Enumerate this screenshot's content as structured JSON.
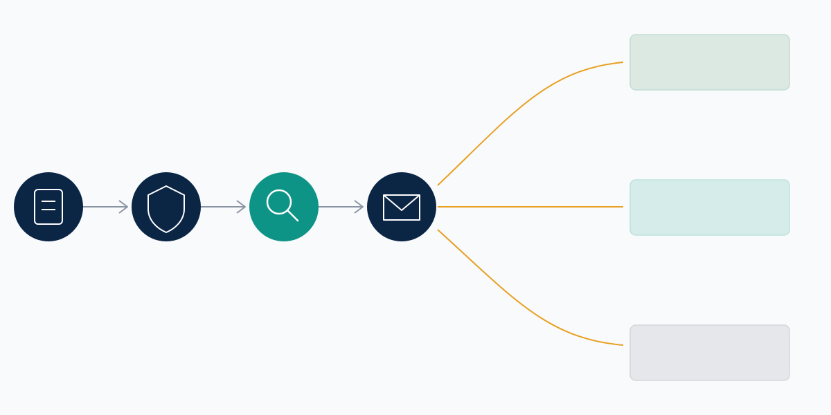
{
  "diagram": {
    "colors": {
      "background": "#f8fafc",
      "node_dark": "#0b2545",
      "node_active": "#0e9486",
      "icon_stroke": "#ffffff",
      "arrow": "#8a94a3",
      "branch_line": "#e8a020"
    },
    "pipeline_nodes": [
      {
        "id": "document",
        "icon": "document-icon",
        "state": "dark"
      },
      {
        "id": "shield",
        "icon": "shield-icon",
        "state": "dark"
      },
      {
        "id": "search",
        "icon": "search-icon",
        "state": "active"
      },
      {
        "id": "mail",
        "icon": "mail-icon",
        "state": "dark"
      }
    ],
    "outcome_boxes": [
      {
        "id": "top",
        "fill": "#dbe9e2",
        "border": "#c2ddd1",
        "label": ""
      },
      {
        "id": "middle",
        "fill": "#d5ecea",
        "border": "#bfe1dc",
        "label": ""
      },
      {
        "id": "bottom",
        "fill": "#e5e7ea",
        "border": "#d3d6db",
        "label": ""
      }
    ]
  }
}
